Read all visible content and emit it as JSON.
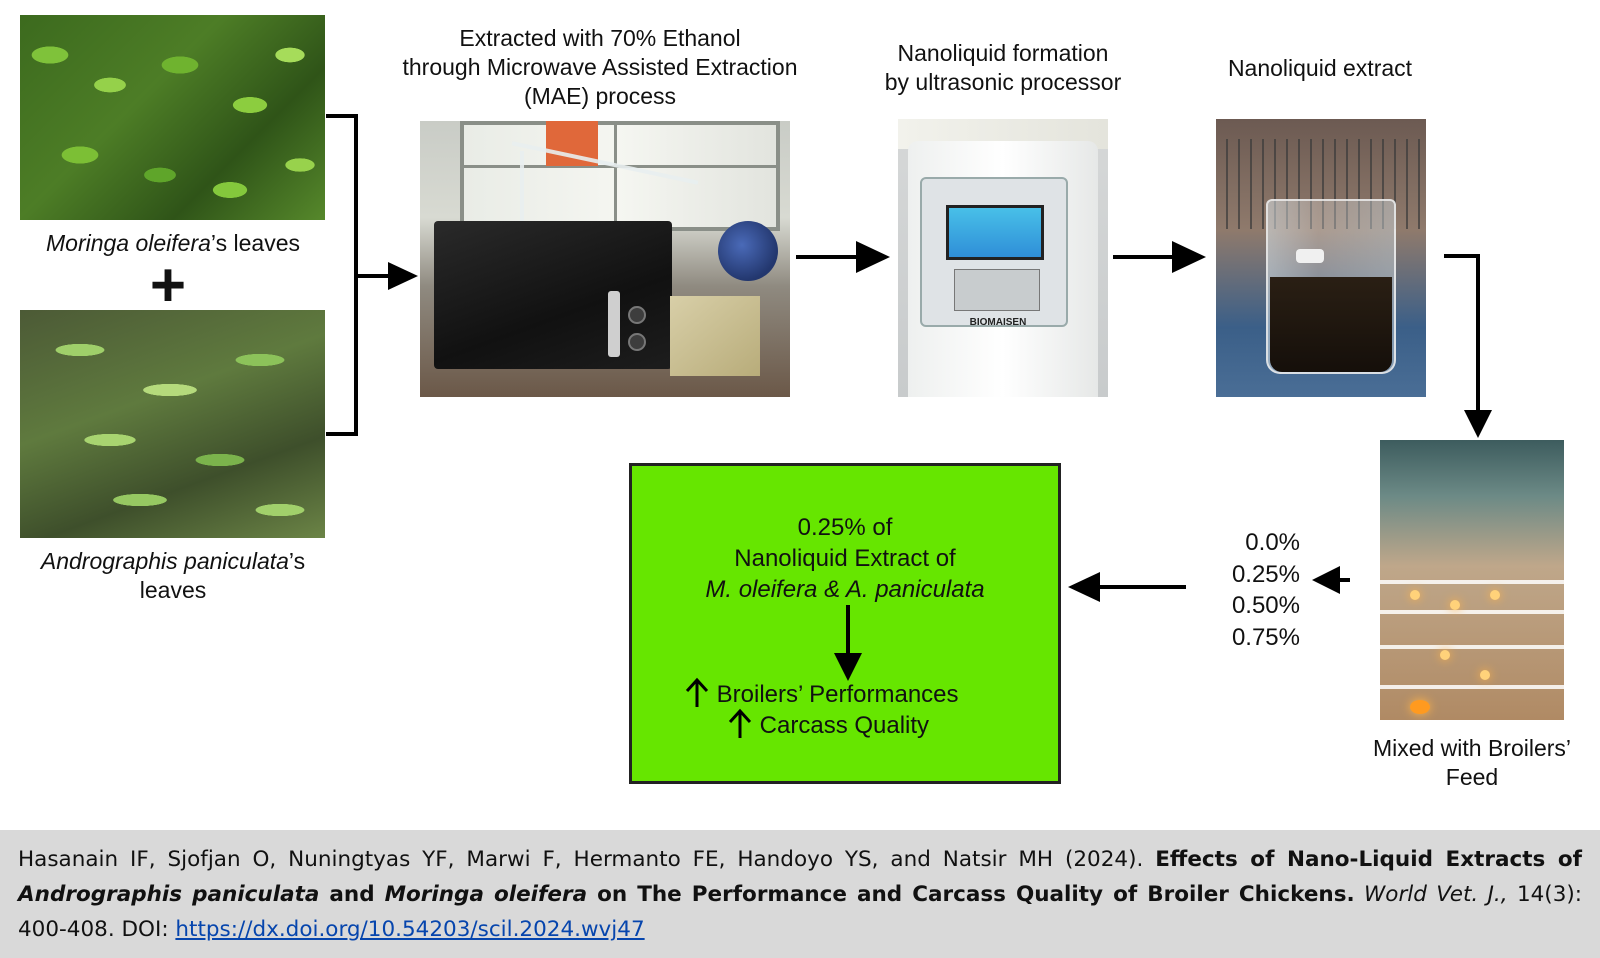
{
  "stages": {
    "moringa": {
      "name": "Moringa oleifera",
      "suffix": "’s leaves"
    },
    "plus_sign": "+",
    "andrographis": {
      "name": "Andrographis paniculata",
      "suffix": "’s",
      "line2": "leaves"
    },
    "extraction": {
      "line1": "Extracted with 70% Ethanol",
      "line2": "through Microwave Assisted Extraction",
      "line3": "(MAE) process"
    },
    "nanoliquid_formation": {
      "line1": "Nanoliquid formation",
      "line2": "by ultrasonic processor",
      "device_brand": "BIOMAISEN"
    },
    "nanoliquid_extract": {
      "label": "Nanoliquid extract"
    },
    "mixed_feed": {
      "line1": "Mixed with Broilers’",
      "line2": "Feed"
    },
    "doses": [
      "0.0%",
      "0.25%",
      "0.50%",
      "0.75%"
    ]
  },
  "result": {
    "line1": "0.25% of",
    "line2": "Nanoliquid Extract of",
    "line3": "M. oleifera & A. paniculata",
    "outcome1": "Broilers’ Performances",
    "outcome2": "Carcass Quality"
  },
  "citation": {
    "authors": "Hasanain IF, Sjofjan O, Nuningtyas YF, Marwi F, Hermanto FE, Handoyo YS, and Natsir MH (2024). ",
    "title_part1": "Effects of Nano-Liquid Extracts of ",
    "title_species1": "Andrographis paniculata",
    "title_and": " and ",
    "title_species2": "Moringa oleifera",
    "title_part2": " on The Performance and Carcass Quality of Broiler Chickens.",
    "journal": "World Vet. J.,",
    "volume": " 14(3): 400-408. DOI: ",
    "doi_text": "https://dx.doi.org/10.54203/scil.2024.wvj47"
  },
  "colors": {
    "result_box": "#66e600",
    "citation_bg": "#d9d9d9",
    "link": "#0645ad"
  }
}
